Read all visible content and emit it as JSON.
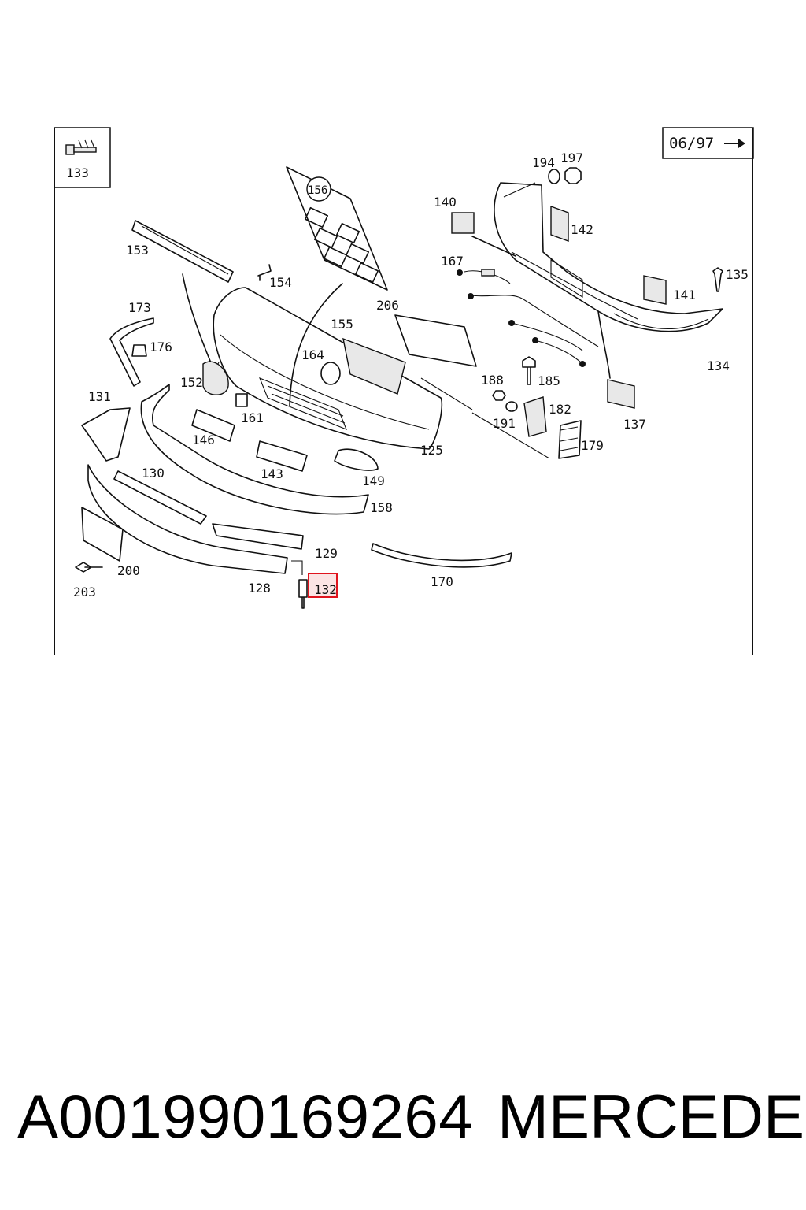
{
  "diagram": {
    "date_range": "06/97",
    "inset_label": "133",
    "highlight_color": "#e0141e",
    "callouts": [
      "156",
      "194",
      "197",
      "140",
      "142",
      "153",
      "167",
      "154",
      "135",
      "141",
      "173",
      "206",
      "155",
      "176",
      "164",
      "134",
      "152",
      "188",
      "185",
      "131",
      "161",
      "182",
      "137",
      "191",
      "146",
      "125",
      "179",
      "130",
      "143",
      "149",
      "158",
      "129",
      "200",
      "203",
      "128",
      "132",
      "170"
    ]
  },
  "footer": {
    "part_number": "A001990169264",
    "brand": "MERCEDES"
  }
}
